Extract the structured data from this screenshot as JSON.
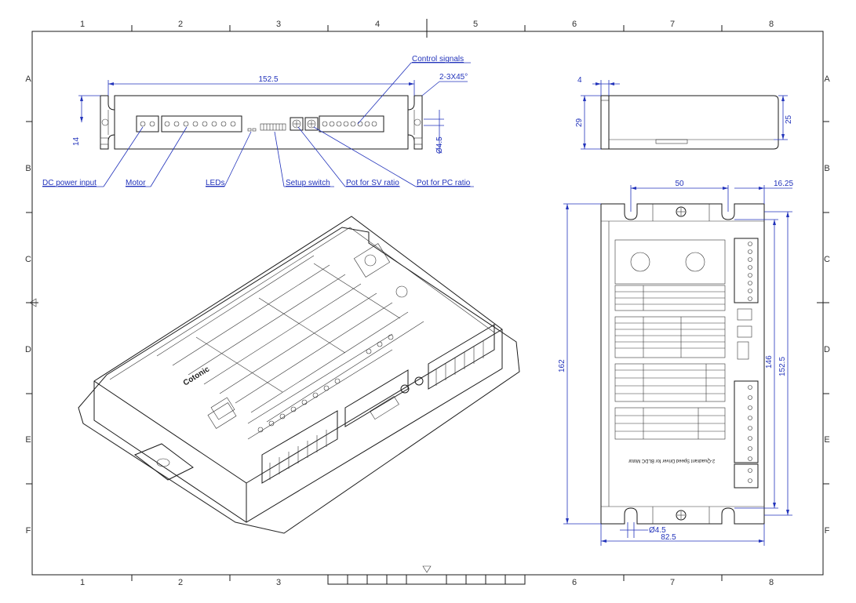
{
  "grid": {
    "columns": [
      "1",
      "2",
      "3",
      "4",
      "5",
      "6",
      "7",
      "8"
    ],
    "rows": [
      "A",
      "B",
      "C",
      "D",
      "E",
      "F"
    ]
  },
  "callouts": {
    "control_signals": "Control signals",
    "dc_power_input": "DC power input",
    "motor": "Motor",
    "leds": "LEDs",
    "setup_switch": "Setup switch",
    "pot_sv": "Pot for SV ratio",
    "pot_pc": "Pot for PC ratio"
  },
  "dimensions": {
    "top_length": "152.5",
    "chamfer": "2-3X45°",
    "left_height": "14",
    "hole_dia": "Ø4.5",
    "side_gap": "4",
    "side_height_left": "29",
    "side_height_right": "25",
    "front_width": "50",
    "front_offset": "16.25",
    "front_total_height": "162",
    "front_inner_height": "146",
    "front_body_height": "152.5",
    "front_hole_dia": "Ø4.5",
    "front_bottom_width": "82.5"
  },
  "label_panel": {
    "title": "2-Quadrant Speed Driver for BLDC Motor",
    "brand": "Cotonic"
  },
  "colors": {
    "line": "#1a1a1a",
    "dimension": "#2233bb",
    "background": "#ffffff"
  }
}
